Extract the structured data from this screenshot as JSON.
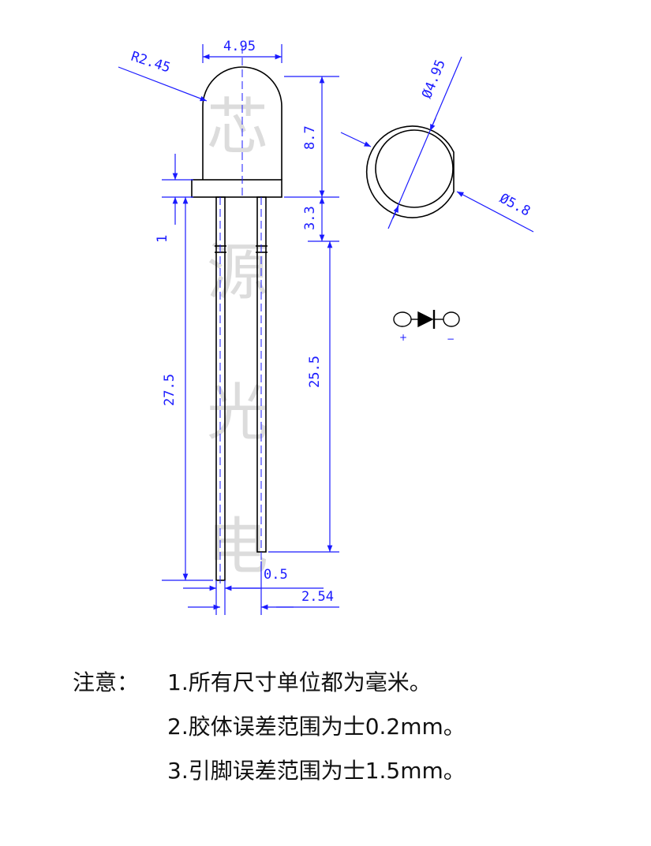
{
  "watermark": [
    "芯",
    "源",
    "光",
    "电"
  ],
  "dimensions": {
    "lens_width": "4.95",
    "lens_radius": "R2.45",
    "lens_height": "8.7",
    "flange_height": "3.3",
    "flange_small": "1",
    "lead_long": "27.5",
    "lead_short": "25.5",
    "lead_width": "0.5",
    "lead_pitch": "2.54",
    "top_diameter": "Ø4.95",
    "flange_diameter": "Ø5.8"
  },
  "polarity": {
    "anode": "+",
    "cathode": "−"
  },
  "notes": {
    "label": "注意：",
    "items": [
      "1.所有尺寸单位都为毫米。",
      "2.胶体误差范围为士0.2mm。",
      "3.引脚误差范围为士1.5mm。"
    ]
  },
  "colors": {
    "drawing": "#000000",
    "dimension": "#1a1aff",
    "watermark": "#dcdcdc"
  }
}
